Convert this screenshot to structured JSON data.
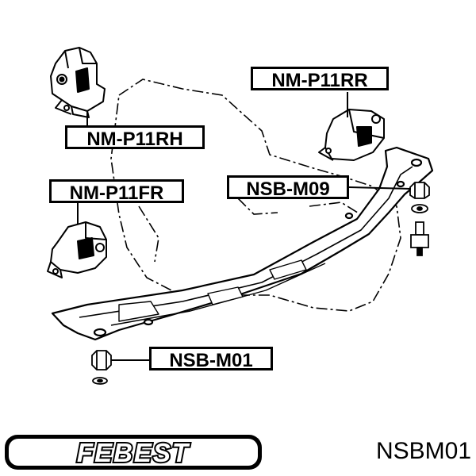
{
  "labels": {
    "nm_p11rr": "NM-P11RR",
    "nm_p11rh": "NM-P11RH",
    "nm_p11fr": "NM-P11FR",
    "nsb_m09": "NSB-M09",
    "nsb_m01": "NSB-M01"
  },
  "brand": {
    "name": "FEBEST"
  },
  "part_number": "NSBM01",
  "colors": {
    "ink": "#000000",
    "background": "#ffffff"
  }
}
